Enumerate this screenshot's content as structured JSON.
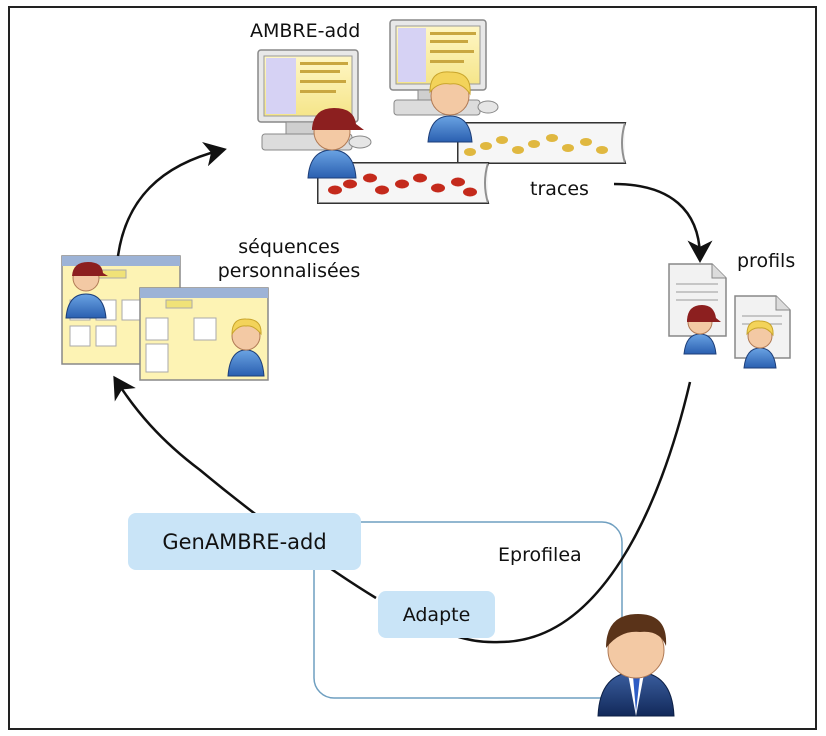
{
  "labels": {
    "ambre_add": "AMBRE-add",
    "traces": "traces",
    "profils": "profils",
    "sequences_line1": "séquences",
    "sequences_line2": "personnalisées",
    "genambre": "GenAMBRE-add",
    "eprofilea": "Eprofilea",
    "adapte": "Adapte"
  },
  "colors": {
    "red_footprints": "#c42a1c",
    "yellow_footprints": "#e0b840",
    "pill_fill": "#c9e4f7",
    "box_stroke": "#6f9fc0",
    "arrow": "#111111"
  }
}
